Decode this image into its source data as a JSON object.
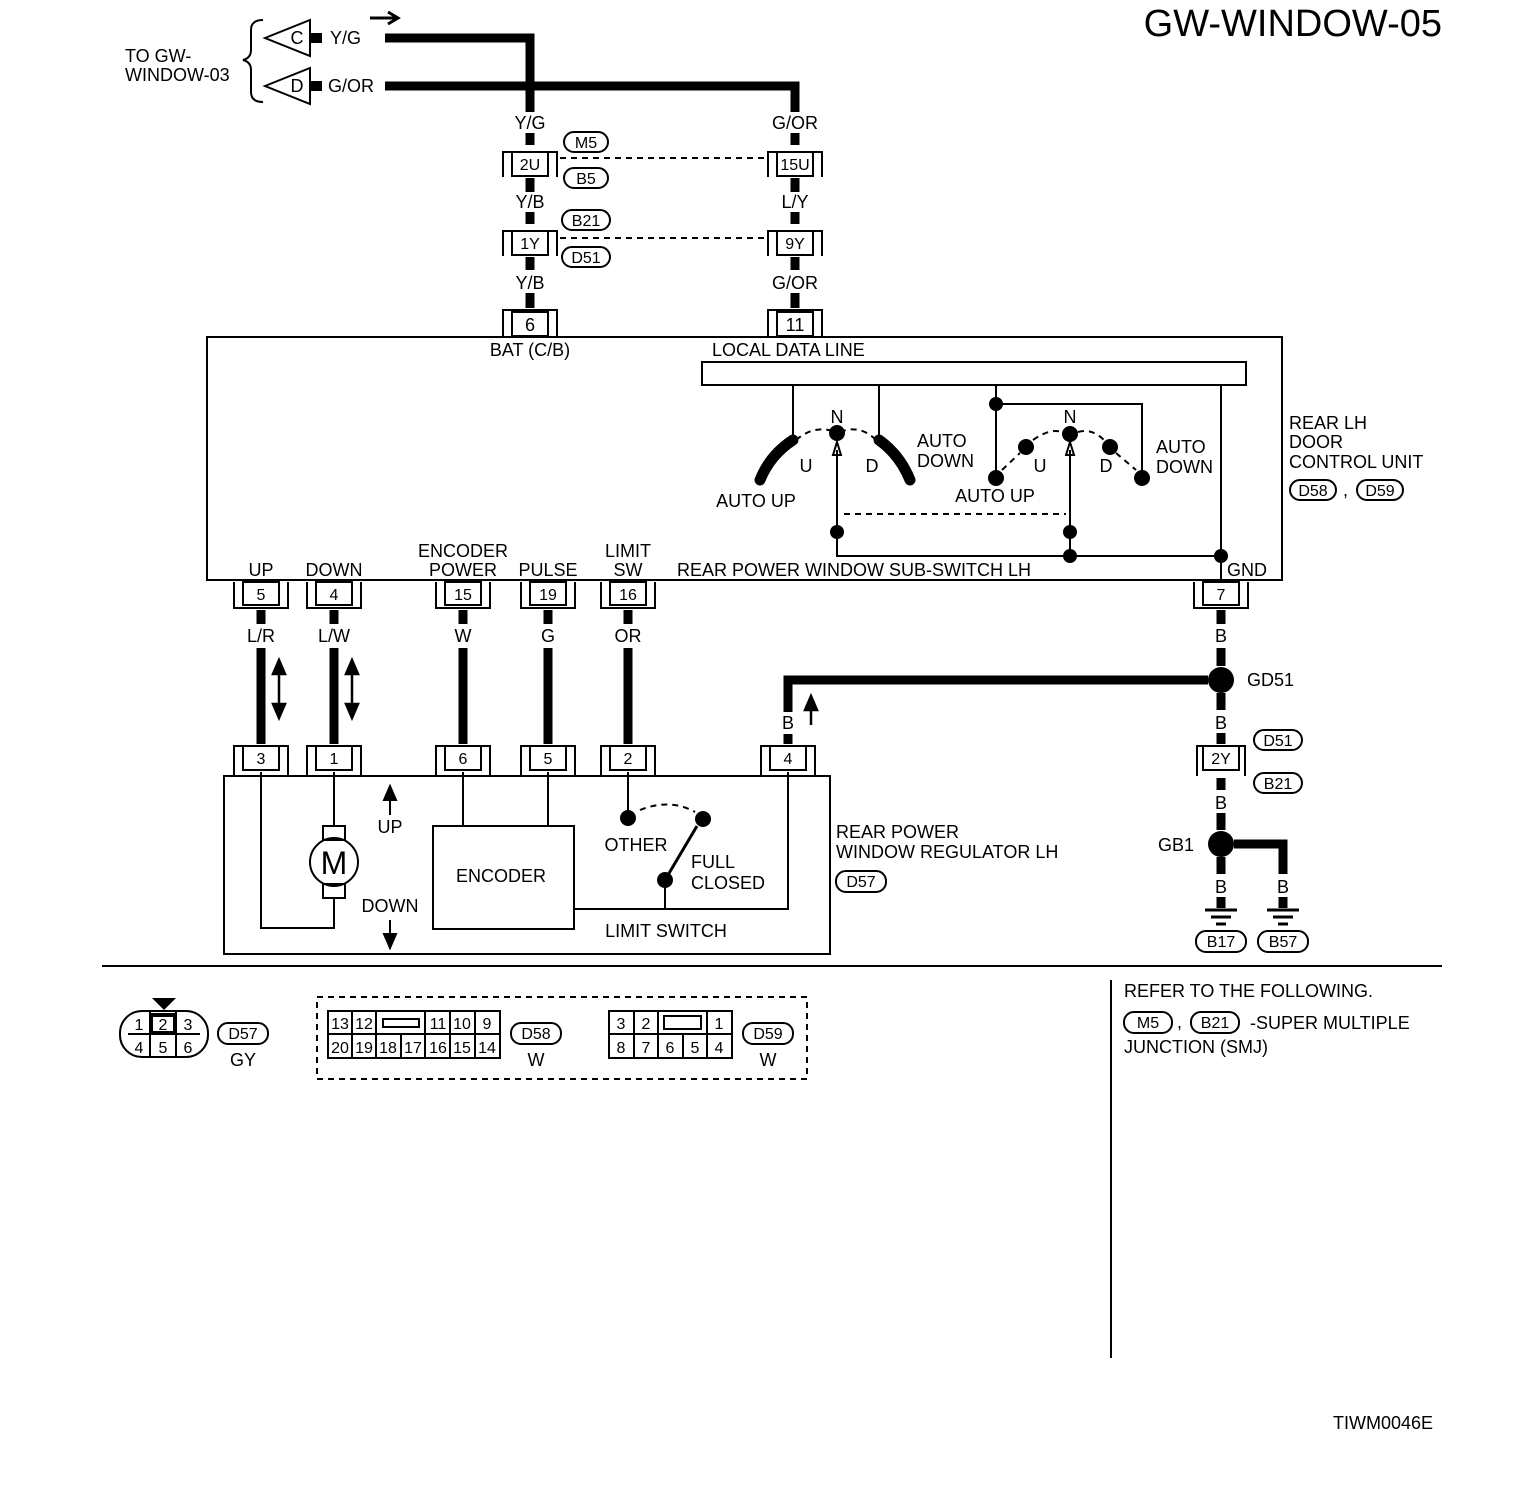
{
  "title": "GW-WINDOW-05",
  "figure_id": "TIWM0046E",
  "top_connection": {
    "label_line1": "TO GW-",
    "label_line2": "WINDOW-03",
    "c": {
      "letter": "C",
      "wire": "Y/G"
    },
    "d": {
      "letter": "D",
      "wire": "G/OR"
    }
  },
  "smj": {
    "left": {
      "wire_a": "Y/G",
      "pin_a": "2U",
      "wire_b": "Y/B",
      "pin_b": "1Y",
      "wire_c": "Y/B"
    },
    "right": {
      "wire_a": "G/OR",
      "pin_a": "15U",
      "wire_b": "L/Y",
      "pin_b": "9Y",
      "wire_c": "G/OR"
    },
    "m5": "M5",
    "b5": "B5",
    "b21": "B21",
    "d51": "D51"
  },
  "control_unit": {
    "name_line1": "REAR LH",
    "name_line2": "DOOR",
    "name_line3": "CONTROL UNIT",
    "conn1": "D58",
    "conn2": "D59",
    "sep": ",",
    "pin_bat": "6",
    "label_bat": "BAT (C/B)",
    "pin_ldl": "11",
    "label_ldl": "LOCAL DATA LINE",
    "sub_switch": "REAR POWER WINDOW SUB-SWITCH LH",
    "sw_n": "N",
    "sw_u": "U",
    "sw_d": "D",
    "auto_up": "AUTO UP",
    "auto_down_1": "AUTO",
    "auto_down_2": "DOWN",
    "terminals": [
      {
        "label": "UP",
        "label2": "",
        "pin": "5",
        "wire": "L/R"
      },
      {
        "label": "DOWN",
        "label2": "",
        "pin": "4",
        "wire": "L/W"
      },
      {
        "label": "ENCODER",
        "label2": "POWER",
        "pin": "15",
        "wire": "W"
      },
      {
        "label": "PULSE",
        "label2": "",
        "pin": "19",
        "wire": "G"
      },
      {
        "label": "LIMIT",
        "label2": "SW",
        "pin": "16",
        "wire": "OR"
      }
    ],
    "gnd_label": "GND",
    "gnd_pin": "7",
    "gnd_wire": "B"
  },
  "regulator": {
    "name_line1": "REAR POWER",
    "name_line2": "WINDOW REGULATOR LH",
    "conn": "D57",
    "pins": [
      "3",
      "1",
      "6",
      "5",
      "2",
      "4"
    ],
    "pin4_wire": "B",
    "motor": "M",
    "up": "UP",
    "down": "DOWN",
    "encoder": "ENCODER",
    "other": "OTHER",
    "full_1": "FULL",
    "full_2": "CLOSED",
    "limit_switch": "LIMIT SWITCH"
  },
  "ground": {
    "gd51": "GD51",
    "wire1": "B",
    "d51": "D51",
    "pin": "2Y",
    "b21": "B21",
    "wire2": "B",
    "gb1": "GB1",
    "wire3": "B",
    "wire4": "B",
    "b17": "B17",
    "b57": "B57"
  },
  "legend": {
    "d57": {
      "id": "D57",
      "color": "GY",
      "row1": [
        "1",
        "2",
        "3"
      ],
      "row2": [
        "4",
        "5",
        "6"
      ]
    },
    "d58": {
      "id": "D58",
      "color": "W",
      "row1": [
        "13",
        "12",
        "11",
        "10",
        "9"
      ],
      "row2": [
        "20",
        "19",
        "18",
        "17",
        "16",
        "15",
        "14"
      ]
    },
    "d59": {
      "id": "D59",
      "color": "W",
      "row1": [
        "3",
        "2",
        "1"
      ],
      "row2": [
        "8",
        "7",
        "6",
        "5",
        "4"
      ]
    }
  },
  "notes": {
    "refer": "REFER TO THE FOLLOWING.",
    "m5": "M5",
    "sep": ",",
    "b21": "B21",
    "smj1": "-SUPER MULTIPLE",
    "smj2": "JUNCTION (SMJ)"
  }
}
